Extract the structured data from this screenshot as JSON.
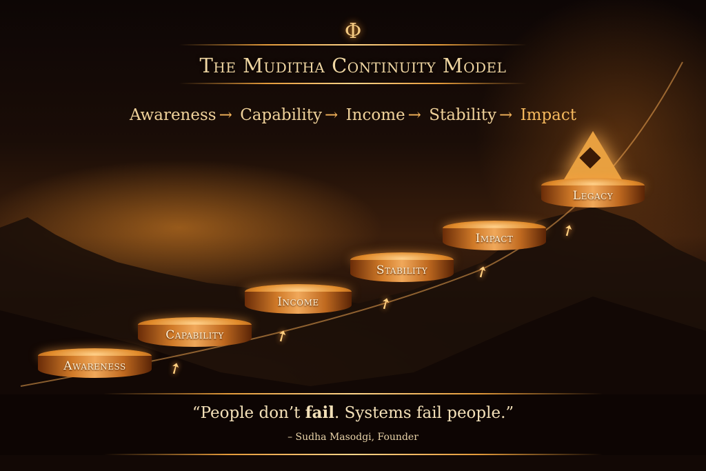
{
  "logo_glyph": "Φ",
  "title": "The Muditha Continuity Model",
  "flow": [
    "Awareness",
    "Capability",
    "Income",
    "Stability",
    "Impact"
  ],
  "flow_arrow": "→",
  "steps": [
    "Awareness",
    "Capability",
    "Income",
    "Stability",
    "Impact",
    "Legacy"
  ],
  "quote": {
    "open": "“People don’t ",
    "bold": "fail",
    "rest": ". Systems fail people.”"
  },
  "attribution": "– Sudha Masodgi, Founder",
  "colors": {
    "accent": "#e08a2a",
    "text": "#f0d6a2"
  }
}
